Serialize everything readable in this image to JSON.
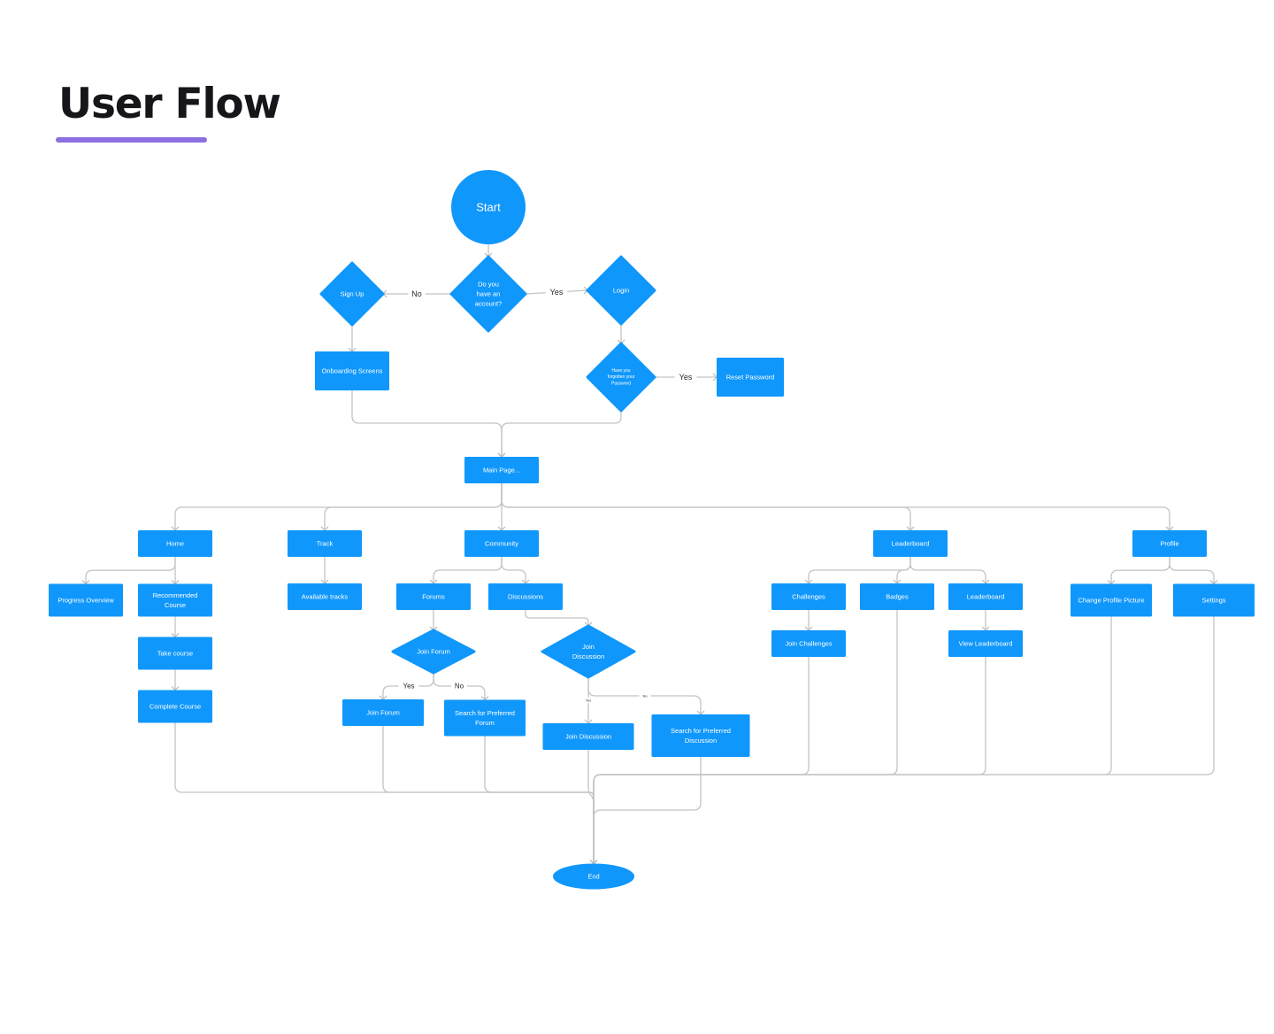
{
  "header": {
    "title": "User Flow",
    "accent_color": "#8b6fe0"
  },
  "theme": {
    "node_color": "#0f97fb",
    "edge_color": "#c4c4c4",
    "text_color": "#ffffff"
  },
  "nodes": [
    {
      "id": "start",
      "shape": "circle",
      "label": [
        "Start"
      ]
    },
    {
      "id": "have-account",
      "shape": "diamond",
      "label": [
        "Do you",
        "have an",
        "account?"
      ]
    },
    {
      "id": "sign-up",
      "shape": "diamond",
      "label": [
        "Sign Up"
      ]
    },
    {
      "id": "login",
      "shape": "diamond",
      "label": [
        "Login"
      ]
    },
    {
      "id": "onboarding",
      "shape": "rect",
      "label": [
        "Onboarding Screens"
      ]
    },
    {
      "id": "forgot-password",
      "shape": "diamond",
      "label": [
        "Have you",
        "forgotten your",
        "Password"
      ]
    },
    {
      "id": "reset-password",
      "shape": "rect",
      "label": [
        "Reset Password"
      ]
    },
    {
      "id": "main-page",
      "shape": "rect",
      "label": [
        "Main Page..."
      ]
    },
    {
      "id": "home",
      "shape": "rect",
      "label": [
        "Home"
      ]
    },
    {
      "id": "track",
      "shape": "rect",
      "label": [
        "Track"
      ]
    },
    {
      "id": "community",
      "shape": "rect",
      "label": [
        "Community"
      ]
    },
    {
      "id": "leaderboard",
      "shape": "rect",
      "label": [
        "Leaderboard"
      ]
    },
    {
      "id": "profile",
      "shape": "rect",
      "label": [
        "Profile"
      ]
    },
    {
      "id": "progress-overview",
      "shape": "rect",
      "label": [
        "Progress Overview"
      ]
    },
    {
      "id": "recommended-course",
      "shape": "rect",
      "label": [
        "Recommended",
        "Course"
      ]
    },
    {
      "id": "take-course",
      "shape": "rect",
      "label": [
        "Take course"
      ]
    },
    {
      "id": "complete-course",
      "shape": "rect",
      "label": [
        "Complete Course"
      ]
    },
    {
      "id": "available-tracks",
      "shape": "rect",
      "label": [
        "Available tracks"
      ]
    },
    {
      "id": "forums",
      "shape": "rect",
      "label": [
        "Forums"
      ]
    },
    {
      "id": "discussions",
      "shape": "rect",
      "label": [
        "Discussions"
      ]
    },
    {
      "id": "join-forum-decision",
      "shape": "diamond",
      "label": [
        "Join Forum"
      ]
    },
    {
      "id": "join-discussion-decision",
      "shape": "diamond",
      "label": [
        "Join",
        "Discussion"
      ]
    },
    {
      "id": "join-forum",
      "shape": "rect",
      "label": [
        "Join Forum"
      ]
    },
    {
      "id": "search-forum",
      "shape": "rect",
      "label": [
        "Search for Preferred",
        "Forum"
      ]
    },
    {
      "id": "join-discussion",
      "shape": "rect",
      "label": [
        "Join Discussion"
      ]
    },
    {
      "id": "search-discussion",
      "shape": "rect",
      "label": [
        "Search for Preferred",
        "Discussion"
      ]
    },
    {
      "id": "challenges",
      "shape": "rect",
      "label": [
        "Challenges"
      ]
    },
    {
      "id": "badges",
      "shape": "rect",
      "label": [
        "Badges"
      ]
    },
    {
      "id": "leaderboard-sub",
      "shape": "rect",
      "label": [
        "Leaderboard"
      ]
    },
    {
      "id": "join-challenges",
      "shape": "rect",
      "label": [
        "Join Challenges"
      ]
    },
    {
      "id": "view-leaderboard",
      "shape": "rect",
      "label": [
        "View Leaderboard"
      ]
    },
    {
      "id": "change-profile-picture",
      "shape": "rect",
      "label": [
        "Change Profile Picture"
      ]
    },
    {
      "id": "settings",
      "shape": "rect",
      "label": [
        "Settings"
      ]
    },
    {
      "id": "end",
      "shape": "ellipse",
      "label": [
        "End"
      ]
    }
  ],
  "edges": [
    {
      "from": "start",
      "to": "have-account",
      "label": ""
    },
    {
      "from": "have-account",
      "to": "sign-up",
      "label": "No"
    },
    {
      "from": "have-account",
      "to": "login",
      "label": "Yes"
    },
    {
      "from": "sign-up",
      "to": "onboarding",
      "label": ""
    },
    {
      "from": "login",
      "to": "forgot-password",
      "label": ""
    },
    {
      "from": "forgot-password",
      "to": "reset-password",
      "label": "Yes"
    },
    {
      "from": "onboarding",
      "to": "main-page",
      "label": ""
    },
    {
      "from": "forgot-password",
      "to": "main-page",
      "label": ""
    },
    {
      "from": "main-page",
      "to": "home",
      "label": ""
    },
    {
      "from": "main-page",
      "to": "track",
      "label": ""
    },
    {
      "from": "main-page",
      "to": "community",
      "label": ""
    },
    {
      "from": "main-page",
      "to": "leaderboard",
      "label": ""
    },
    {
      "from": "main-page",
      "to": "profile",
      "label": ""
    },
    {
      "from": "home",
      "to": "progress-overview",
      "label": ""
    },
    {
      "from": "home",
      "to": "recommended-course",
      "label": ""
    },
    {
      "from": "recommended-course",
      "to": "take-course",
      "label": ""
    },
    {
      "from": "take-course",
      "to": "complete-course",
      "label": ""
    },
    {
      "from": "track",
      "to": "available-tracks",
      "label": ""
    },
    {
      "from": "community",
      "to": "forums",
      "label": ""
    },
    {
      "from": "community",
      "to": "discussions",
      "label": ""
    },
    {
      "from": "forums",
      "to": "join-forum-decision",
      "label": ""
    },
    {
      "from": "discussions",
      "to": "join-discussion-decision",
      "label": ""
    },
    {
      "from": "join-forum-decision",
      "to": "join-forum",
      "label": "Yes"
    },
    {
      "from": "join-forum-decision",
      "to": "search-forum",
      "label": "No"
    },
    {
      "from": "join-discussion-decision",
      "to": "join-discussion",
      "label": "Yes"
    },
    {
      "from": "join-discussion-decision",
      "to": "search-discussion",
      "label": "No"
    },
    {
      "from": "leaderboard",
      "to": "challenges",
      "label": ""
    },
    {
      "from": "leaderboard",
      "to": "badges",
      "label": ""
    },
    {
      "from": "leaderboard",
      "to": "leaderboard-sub",
      "label": ""
    },
    {
      "from": "challenges",
      "to": "join-challenges",
      "label": ""
    },
    {
      "from": "leaderboard-sub",
      "to": "view-leaderboard",
      "label": ""
    },
    {
      "from": "profile",
      "to": "change-profile-picture",
      "label": ""
    },
    {
      "from": "profile",
      "to": "settings",
      "label": ""
    },
    {
      "from": "complete-course",
      "to": "end",
      "label": ""
    },
    {
      "from": "join-forum",
      "to": "end",
      "label": ""
    },
    {
      "from": "search-forum",
      "to": "end",
      "label": ""
    },
    {
      "from": "join-discussion",
      "to": "end",
      "label": ""
    },
    {
      "from": "search-discussion",
      "to": "end",
      "label": ""
    },
    {
      "from": "join-challenges",
      "to": "end",
      "label": ""
    },
    {
      "from": "badges",
      "to": "end",
      "label": ""
    },
    {
      "from": "view-leaderboard",
      "to": "end",
      "label": ""
    },
    {
      "from": "change-profile-picture",
      "to": "end",
      "label": ""
    },
    {
      "from": "settings",
      "to": "end",
      "label": ""
    }
  ]
}
